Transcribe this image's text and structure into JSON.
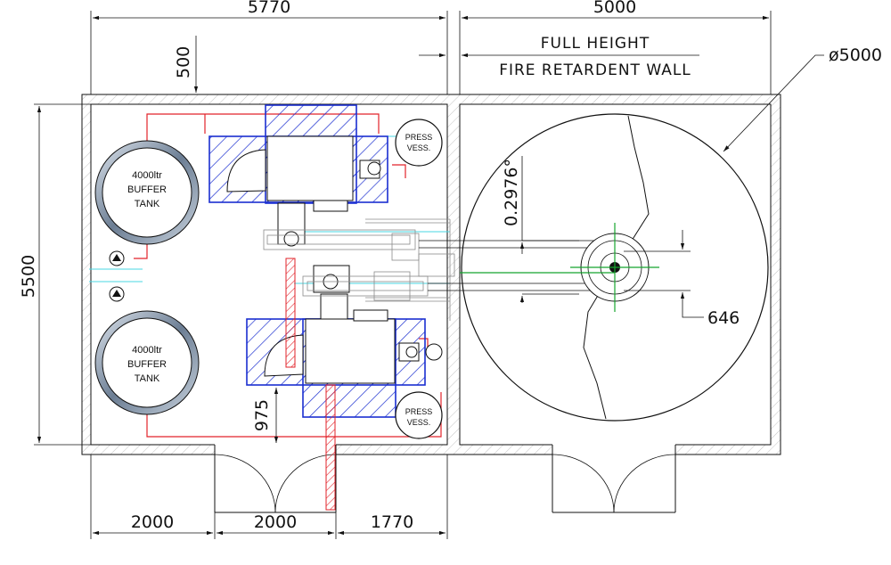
{
  "dimensions": {
    "top_left": "5770",
    "top_right": "5000",
    "offset_top": "500",
    "height_left": "5500",
    "bottom_1": "2000",
    "bottom_2": "2000",
    "bottom_3": "1770",
    "lower_gap": "975",
    "diameter": "ø5000",
    "angle": "0.2976°",
    "shaft": "646"
  },
  "wall_note": {
    "line1": "FULL HEIGHT",
    "line2": "FIRE RETARDENT WALL"
  },
  "tanks": [
    {
      "line1": "4000ltr",
      "line2": "BUFFER",
      "line3": "TANK"
    },
    {
      "line1": "4000ltr",
      "line2": "BUFFER",
      "line3": "TANK"
    }
  ],
  "pressure_vessels": [
    {
      "line1": "PRESS",
      "line2": "VESS."
    },
    {
      "line1": "PRESS",
      "line2": "VESS."
    }
  ],
  "colors": {
    "linework": "#111111",
    "hatch_blue": "#1b2fd0",
    "pipe_red": "#e2232a",
    "pipe_cyan": "#48d7e3",
    "centreline_green": "#15a52d"
  }
}
